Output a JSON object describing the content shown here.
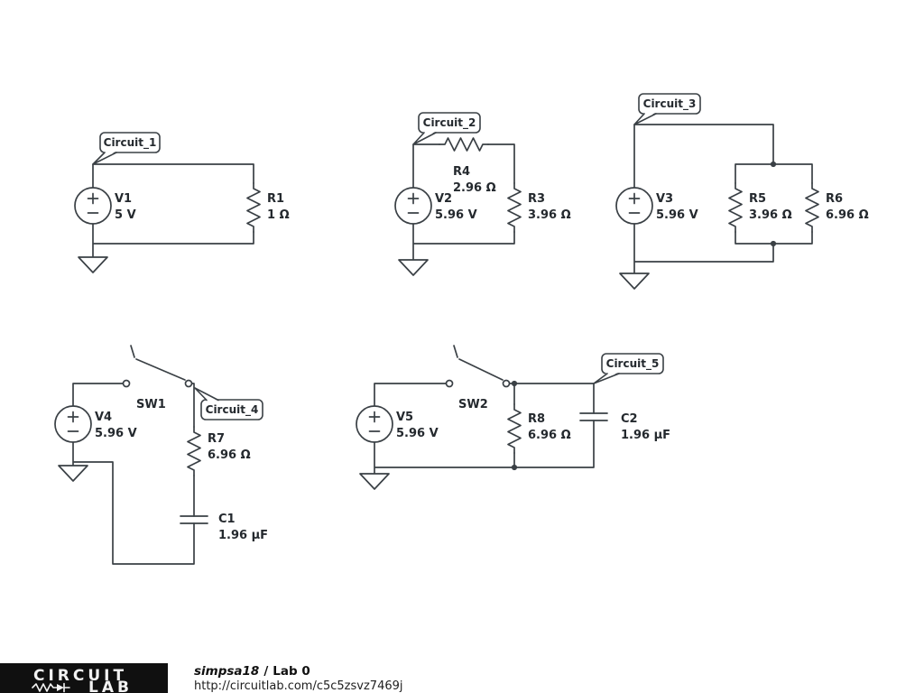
{
  "colors": {
    "wire": "#3a4045",
    "label_text": "#24292e",
    "footer_bg": "#101010",
    "logo_text": "#f2f2f2",
    "canvas_bg": "#ffffff"
  },
  "labels": {
    "callout1": "Circuit_1",
    "callout2": "Circuit_2",
    "callout3": "Circuit_3",
    "callout4": "Circuit_4",
    "callout5": "Circuit_5",
    "v1": "V1",
    "v1_val": "5 V",
    "r1": "R1",
    "r1_val": "1 Ω",
    "v2": "V2",
    "v2_val": "5.96 V",
    "r4": "R4",
    "r4_val": "2.96 Ω",
    "r3": "R3",
    "r3_val": "3.96 Ω",
    "v3": "V3",
    "v3_val": "5.96 V",
    "r5": "R5",
    "r5_val": "3.96 Ω",
    "r6": "R6",
    "r6_val": "6.96 Ω",
    "v4": "V4",
    "v4_val": "5.96 V",
    "sw1": "SW1",
    "r7": "R7",
    "r7_val": "6.96 Ω",
    "c1": "C1",
    "c1_val": "1.96 µF",
    "v5": "V5",
    "v5_val": "5.96 V",
    "sw2": "SW2",
    "r8": "R8",
    "r8_val": "6.96 Ω",
    "c2": "C2",
    "c2_val": "1.96 µF"
  },
  "footer": {
    "logo_top": "CIRCUIT",
    "logo_bottom": "LAB",
    "doc_owner": "simpsa18",
    "doc_separator": "/",
    "doc_title": "Lab 0",
    "doc_url": "http://circuitlab.com/c5c5zsvz7469j"
  }
}
